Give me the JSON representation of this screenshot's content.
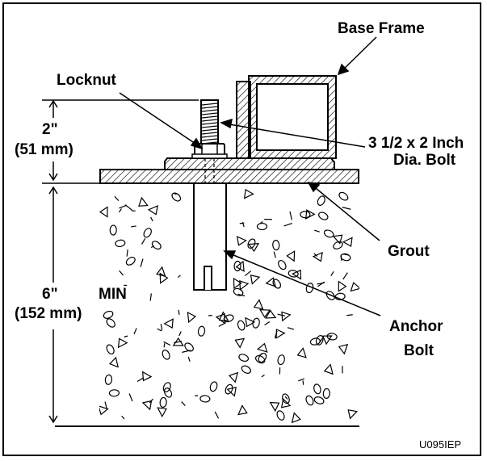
{
  "labels": {
    "base_frame": "Base Frame",
    "locknut": "Locknut",
    "dim_top_in": "2\"",
    "dim_top_mm": "(51 mm)",
    "bolt_line1": "3 1/2 x 2 Inch",
    "bolt_line2": "Dia. Bolt",
    "grout": "Grout",
    "dim_bottom_in": "6\"",
    "min": "MIN",
    "dim_bottom_mm": "(152 mm)",
    "anchor_line1": "Anchor",
    "anchor_line2": "Bolt",
    "figure_code": "U095IEP"
  },
  "colors": {
    "line": "#000000",
    "background": "#ffffff"
  }
}
